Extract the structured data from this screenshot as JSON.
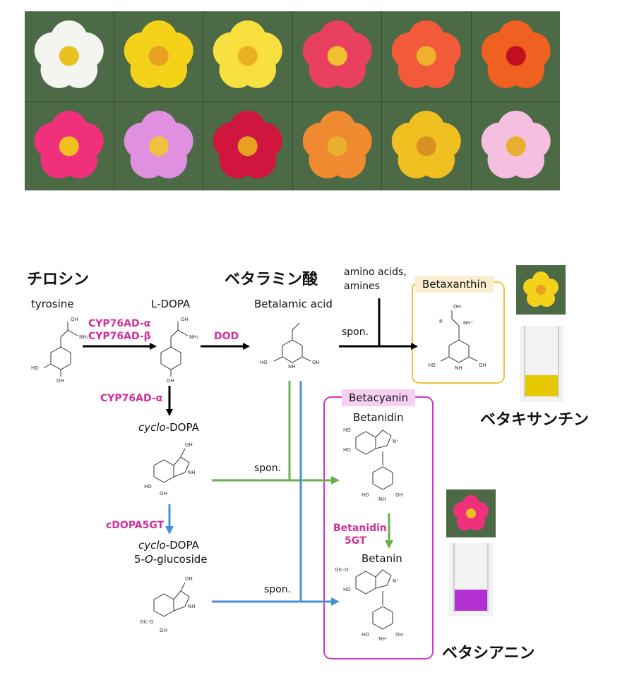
{
  "labels": {
    "tyrosine_jp": "チロシン",
    "tyrosine": "tyrosine",
    "ldopa": "L-DOPA",
    "betalamic_jp": "ベタラミン酸",
    "betalamic": "Betalamic acid",
    "amino_line1": "amino acids,",
    "amino_line2": "amines",
    "betaxanthin": "Betaxanthin",
    "betaxanthin_jp": "ベタキサンチン",
    "betacyanin": "Betacyanin",
    "betacyanin_jp": "ベタシアニン",
    "betanidin": "Betanidin",
    "betanin": "Betanin",
    "cyclo_dopa_italic": "cyclo",
    "cyclo_dopa_rest": "-DOPA",
    "glucoside_line1_italic": "cyclo",
    "glucoside_line1_rest": "-DOPA",
    "glucoside_line2_a": "5-",
    "glucoside_line2_o": "O",
    "glucoside_line2_b": "-glucoside",
    "spon1": "spon.",
    "spon2": "spon.",
    "spon3": "spon."
  },
  "enzymes": {
    "cyp_a": "CYP76AD-α",
    "cyp_b": "CYP76AD-β",
    "dod": "DOD",
    "cyp_a2": "CYP76AD-α",
    "cdopa5gt": "cDOPA5GT",
    "betanidin_5gt_1": "Betanidin",
    "betanidin_5gt_2": "5GT"
  },
  "colors": {
    "enzyme": "#d0309a",
    "green_arrow": "#6ab04c",
    "blue_arrow": "#4a90d9",
    "betaxanthin_box": "#f0c040",
    "betacyanin_box": "#cc33cc",
    "betacyanin_label_bg": "#f6d0f2",
    "betaxanthin_label_bg": "#fbeed0"
  },
  "photos": [
    {
      "name": "white-flower",
      "petal": "#f4f4f0",
      "center": "#e8c020"
    },
    {
      "name": "yellow-flower-1",
      "petal": "#f5d21a",
      "center": "#e8a020"
    },
    {
      "name": "yellow-flower-2",
      "petal": "#f7e040",
      "center": "#eab020"
    },
    {
      "name": "pink-red-flower",
      "petal": "#e94060",
      "center": "#f0c030"
    },
    {
      "name": "orange-red-flower",
      "petal": "#f25a3a",
      "center": "#f0b030"
    },
    {
      "name": "orange-bicolor-flower",
      "petal": "#f06020",
      "center": "#c01020"
    },
    {
      "name": "magenta-flower",
      "petal": "#f0307a",
      "center": "#f0c020"
    },
    {
      "name": "lilac-flower",
      "petal": "#e090e0",
      "center": "#f0c040"
    },
    {
      "name": "crimson-flower",
      "petal": "#d0153e",
      "center": "#e8a020"
    },
    {
      "name": "orange-flower",
      "petal": "#f08a30",
      "center": "#e8b030"
    },
    {
      "name": "gold-flower",
      "petal": "#f0c020",
      "center": "#d89020"
    },
    {
      "name": "striped-flower",
      "petal": "#f5c0e0",
      "center": "#e8b030"
    }
  ],
  "samples": {
    "yellow_liquid": "#e6c800",
    "purple_liquid": "#b030d0"
  }
}
